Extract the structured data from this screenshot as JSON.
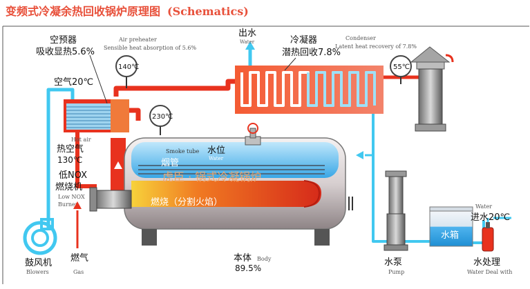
{
  "title": {
    "cn": "变频式冷凝余热回收锅炉原理图",
    "en": "(Schematics)"
  },
  "air_preheater": {
    "cn1": "空预器",
    "cn2": "吸收显热5.6%",
    "en1": "Air preheater",
    "en2": "Sensible heat absorption of 5.6%"
  },
  "gauges": {
    "g140": "140℃",
    "g230": "230℃",
    "g55": "55℃"
  },
  "outlet_water": {
    "cn": "出水",
    "en": "Water"
  },
  "condenser": {
    "cn1": "冷凝器",
    "cn2": "潜热回收7.8%",
    "en1": "Condenser",
    "en2": "Latent heat recovery of 7.8%"
  },
  "air_in": {
    "cn": "空气20℃"
  },
  "hot_air": {
    "en": "Hot air",
    "cn": "热空气",
    "temp": "130℃"
  },
  "smoke_tube": {
    "en": "Smoke tube",
    "cn": "烟管"
  },
  "water_level": {
    "cn": "水位",
    "en": "Water"
  },
  "boiler_mark": "虎臣 · 锅式冷凝锅炉",
  "combustion": "燃烧（分割火焰）",
  "burner": {
    "cn1": "低NOX",
    "cn2": "燃烧机",
    "en1": "Low NOX",
    "en2": "Burner"
  },
  "blower": {
    "cn": "鼓风机",
    "en": "Blowers"
  },
  "gas": {
    "cn": "燃气",
    "en": "Gas"
  },
  "body": {
    "cn": "本体",
    "en": "Body",
    "pct": "89.5%"
  },
  "pump": {
    "cn": "水泵",
    "en": "Pump"
  },
  "water_tank": {
    "cn": "水箱"
  },
  "water_in": {
    "en": "Water",
    "cn": "进水20℃"
  },
  "water_treatment": {
    "cn": "水处理",
    "en": "Water Deal with"
  },
  "colors": {
    "accent": "#e8503a",
    "pipe_red": "#e8321e",
    "pipe_blue": "#41c8f0",
    "tank_blue": "#2aa6e6"
  }
}
